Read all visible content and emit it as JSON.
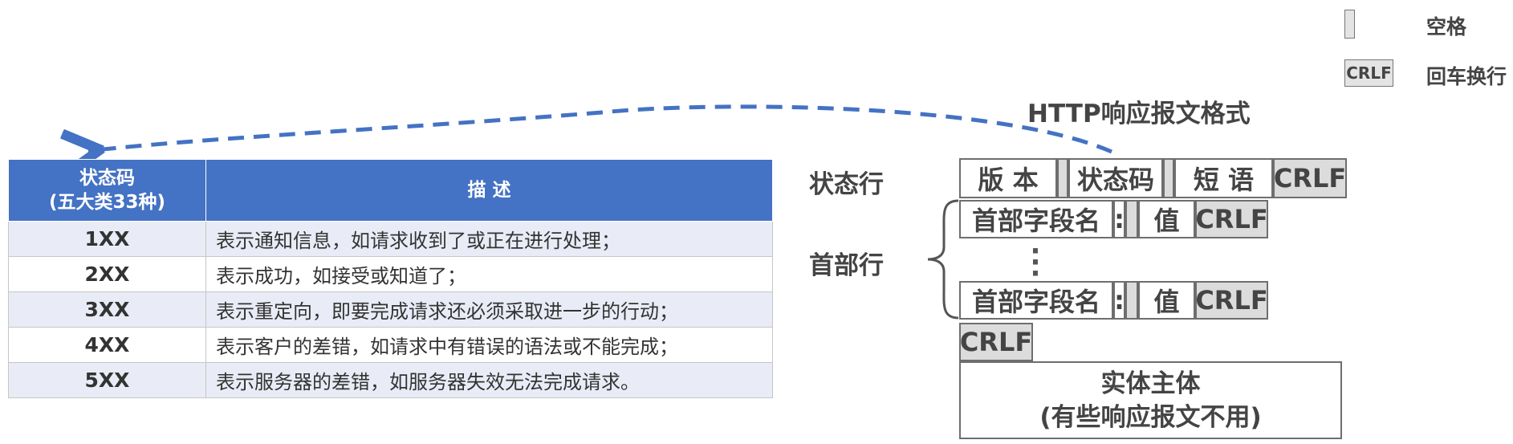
{
  "legend": {
    "space_label": "空格",
    "crlf_box": "CRLF",
    "crlf_label": "回车换行"
  },
  "title": "HTTP响应报文格式",
  "table": {
    "header_code_line1": "状态码",
    "header_code_line2": "(五大类33种)",
    "header_desc": "描 述",
    "rows": [
      {
        "code": "1XX",
        "desc": "表示通知信息，如请求收到了或正在进行处理；"
      },
      {
        "code": "2XX",
        "desc": "表示成功，如接受或知道了；"
      },
      {
        "code": "3XX",
        "desc": "表示重定向，即要完成请求还必须采取进一步的行动；"
      },
      {
        "code": "4XX",
        "desc": "表示客户的差错，如请求中有错误的语法或不能完成；"
      },
      {
        "code": "5XX",
        "desc": "表示服务器的差错，如服务器失效无法完成请求。"
      }
    ]
  },
  "labels": {
    "status_line": "状态行",
    "header_lines": "首部行"
  },
  "format": {
    "status_line": {
      "version": "版 本",
      "status_code": "状态码",
      "phrase": "短 语",
      "crlf": "CRLF"
    },
    "header_line": {
      "field_name": "首部字段名",
      "colon": ":",
      "value": "值",
      "crlf": "CRLF"
    },
    "blank_crlf": "CRLF",
    "entity_line1": "实体主体",
    "entity_line2": "(有些响应报文不用)"
  },
  "colors": {
    "accent": "#4472c4",
    "row_tint": "#e9ecf6",
    "space_grey": "#dcdcdc"
  }
}
